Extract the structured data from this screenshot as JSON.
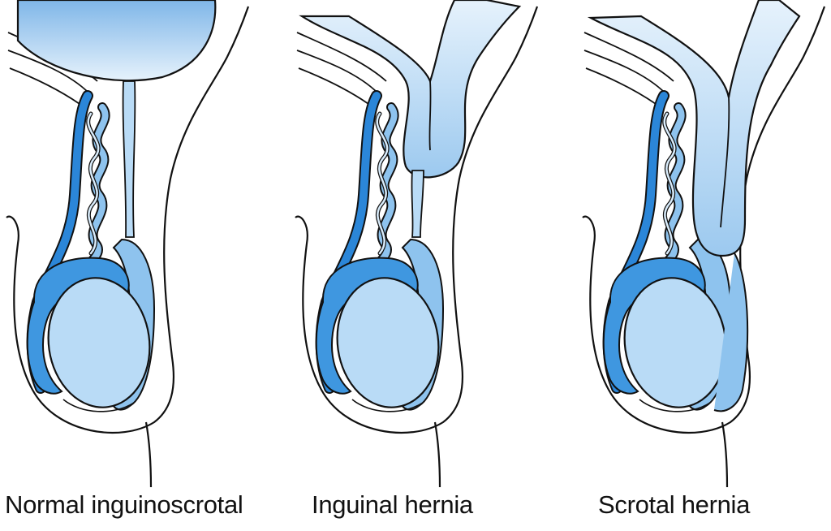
{
  "colors": {
    "outline": "#111111",
    "vas_deferens": "#2b86d8",
    "epididymis": "#3f97e0",
    "testis": "#b9dbf6",
    "tunica": "#8ec3ee",
    "sac_top": "#7fb6e8",
    "sac_bottom": "#e6f2fc"
  },
  "panels": [
    {
      "caption": "Normal inguinoscrotal",
      "variant": "normal"
    },
    {
      "caption": "Inguinal hernia",
      "variant": "inguinal"
    },
    {
      "caption": "Scrotal hernia",
      "variant": "scrotal"
    }
  ]
}
